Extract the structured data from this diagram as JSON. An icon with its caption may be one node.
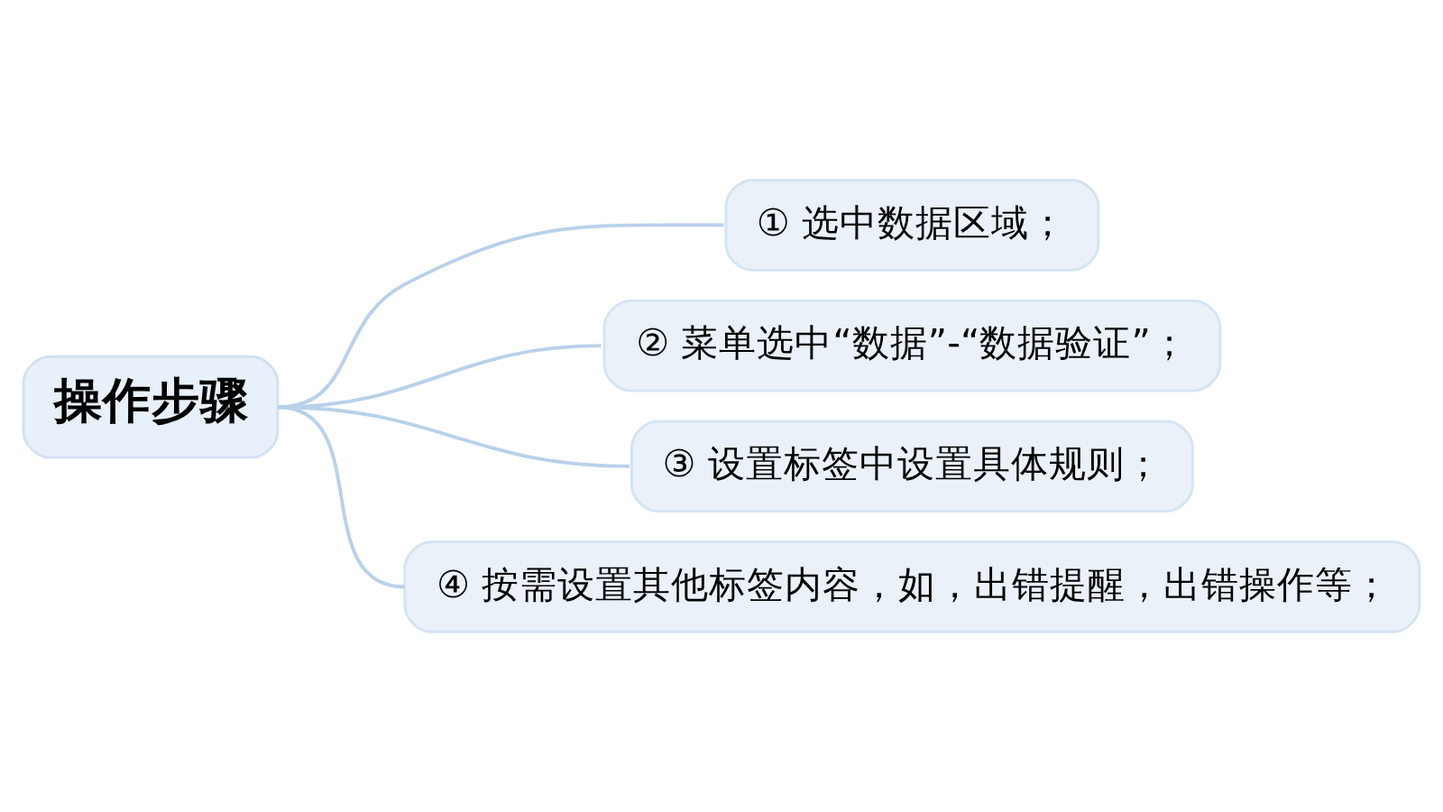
{
  "diagram": {
    "nodes": [
      {
        "text": [
          "操作步骤"
        ]
      },
      {
        "text": [
          "① 选中数据区域；"
        ]
      },
      {
        "text": [
          "② 菜单选中“数据”-“数据验证”；"
        ]
      },
      {
        "text": [
          "③ 设置标签中设置具体规则；"
        ]
      },
      {
        "text": [
          "④ 按需设置其他标签内容，如，出错提醒，出错操作等；"
        ]
      }
    ],
    "edges": [
      {
        "from": 0,
        "to": 1,
        "arrow": "none"
      },
      {
        "from": 0,
        "to": 2,
        "arrow": "none"
      },
      {
        "from": 0,
        "to": 3,
        "arrow": "none"
      },
      {
        "from": 0,
        "to": 4,
        "arrow": "none"
      }
    ]
  }
}
